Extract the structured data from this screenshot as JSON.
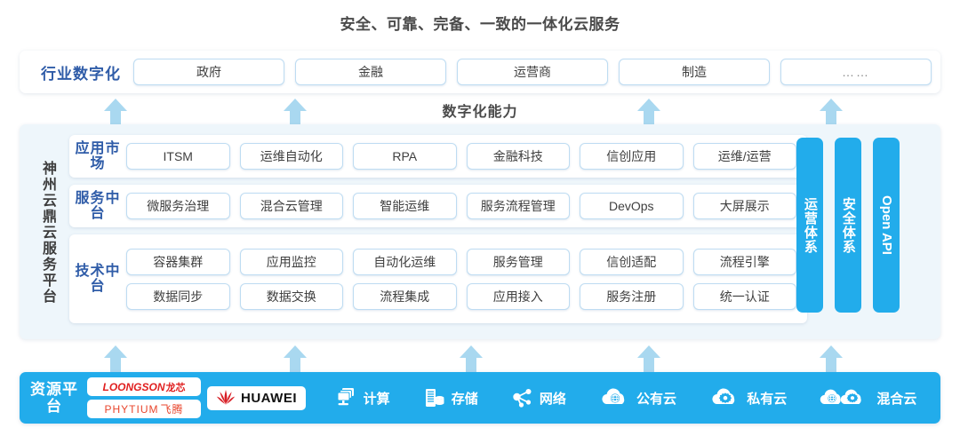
{
  "title": "安全、可靠、完备、一致的一体化云服务",
  "industry": {
    "label": "行业数字化",
    "items": [
      {
        "label": "政府"
      },
      {
        "label": "金融"
      },
      {
        "label": "运营商"
      },
      {
        "label": "制造"
      },
      {
        "label": "……"
      }
    ]
  },
  "capability_caption": "数字化能力",
  "platform": {
    "label": "神州云鼎云服务平台",
    "layers": [
      {
        "name": "app-market",
        "label": "应用市场",
        "rows": [
          [
            "ITSM",
            "运维自动化",
            "RPA",
            "金融科技",
            "信创应用",
            "运维/运营"
          ]
        ]
      },
      {
        "name": "service-midend",
        "label": "服务中台",
        "rows": [
          [
            "微服务治理",
            "混合云管理",
            "智能运维",
            "服务流程管理",
            "DevOps",
            "大屏展示"
          ]
        ]
      },
      {
        "name": "tech-midend",
        "label": "技术中台",
        "rows": [
          [
            "容器集群",
            "应用监控",
            "自动化运维",
            "服务管理",
            "信创适配",
            "流程引擎"
          ],
          [
            "数据同步",
            "数据交换",
            "流程集成",
            "应用接入",
            "服务注册",
            "统一认证"
          ]
        ]
      }
    ],
    "side_bars": [
      {
        "name": "operations-system",
        "label": "运营体系",
        "orientation": "vertical-cn"
      },
      {
        "name": "security-system",
        "label": "安全体系",
        "orientation": "vertical-cn"
      },
      {
        "name": "open-api",
        "label": "Open API",
        "orientation": "rotated-en"
      }
    ]
  },
  "resource": {
    "label": "资源平台",
    "chips": [
      {
        "name": "loongson",
        "brand": "LOONGSON",
        "cn": "龙芯"
      },
      {
        "name": "phytium",
        "brand": "PHYTIUM",
        "cn": "飞腾"
      }
    ],
    "huawei": {
      "name": "huawei",
      "label": "HUAWEI"
    },
    "items": [
      {
        "label": "计算",
        "icon": "compute-icon"
      },
      {
        "label": "存储",
        "icon": "storage-icon"
      },
      {
        "label": "网络",
        "icon": "network-icon"
      },
      {
        "label": "公有云",
        "icon": "public-cloud-icon"
      },
      {
        "label": "私有云",
        "icon": "private-cloud-icon"
      },
      {
        "label": "混合云",
        "icon": "hybrid-cloud-icon"
      }
    ]
  },
  "arrows": {
    "color": "#a9d8f0",
    "upper": [
      130,
      332,
      730,
      935
    ],
    "lower": [
      130,
      332,
      530,
      730,
      935
    ]
  },
  "colors": {
    "accent_blue": "#22aceb",
    "label_blue": "#2f5ca8",
    "arrow_blue": "#a9d8f0",
    "panel_bg": "#eef6fb",
    "pill_border": "#bedcf2"
  }
}
